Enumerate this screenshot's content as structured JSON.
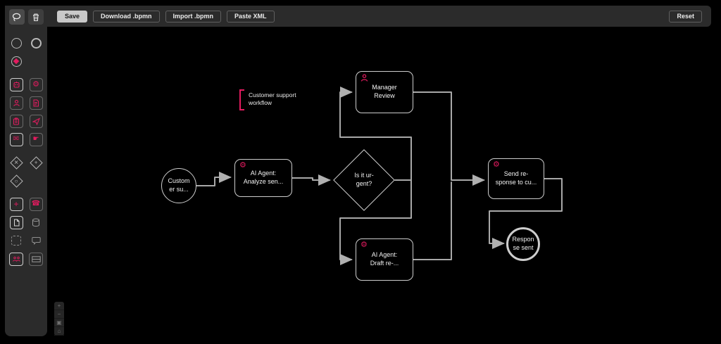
{
  "theme": {
    "accent": "#e31b5f",
    "chrome": "#2b2b2b",
    "canvas_bg": "#000000",
    "node_stroke": "#cdcdcd",
    "connector": "#a8a8a8",
    "text": "#f2f2f2"
  },
  "topbar": {
    "buttons": [
      {
        "label": "Save",
        "style": "primary"
      },
      {
        "label": "Download .bpmn",
        "style": "outline"
      },
      {
        "label": "Import .bpmn",
        "style": "outline"
      },
      {
        "label": "Paste XML",
        "style": "outline"
      }
    ],
    "reset_label": "Reset"
  },
  "palette": {
    "tools": [
      "lasso-tool",
      "delete-tool"
    ],
    "items": [
      "start-event",
      "end-event",
      "intermediate-event",
      "agent-task",
      "service-task",
      "user-task",
      "script-task",
      "business-rule-task",
      "send-task",
      "receive-task",
      "manual-task",
      "exclusive-gateway",
      "parallel-gateway",
      "inclusive-gateway",
      "subprocess",
      "call-activity",
      "data-object",
      "data-store",
      "group",
      "text-annotation",
      "participant-pool",
      "lane"
    ]
  },
  "icons": {
    "gear_glyph": "⚙",
    "envelope_glyph": "✉",
    "phone_glyph": "☎",
    "hand_glyph": "☛",
    "plus_glyph": "+",
    "x_glyph": "✕",
    "circle_glyph": "○",
    "zoom_in": "+",
    "zoom_out": "−",
    "zoom_fit": "▣",
    "zoom_home": "⌂"
  },
  "diagram": {
    "annotation": {
      "text": "Customer support\nworkflow"
    },
    "nodes": {
      "start_event": {
        "label": "Custom\ner su..."
      },
      "analyze_task": {
        "label": "AI Agent:\nAnalyze sen...",
        "icon": "gear"
      },
      "urgency_gateway": {
        "label": "Is it ur-\ngent?"
      },
      "manager_task": {
        "label": "Manager\nReview",
        "icon": "person"
      },
      "draft_task": {
        "label": "AI Agent:\nDraft re-...",
        "icon": "gear"
      },
      "send_task": {
        "label": "Send re-\nsponse to cu...",
        "icon": "gear"
      },
      "end_event": {
        "label": "Respon\nse sent"
      }
    }
  }
}
